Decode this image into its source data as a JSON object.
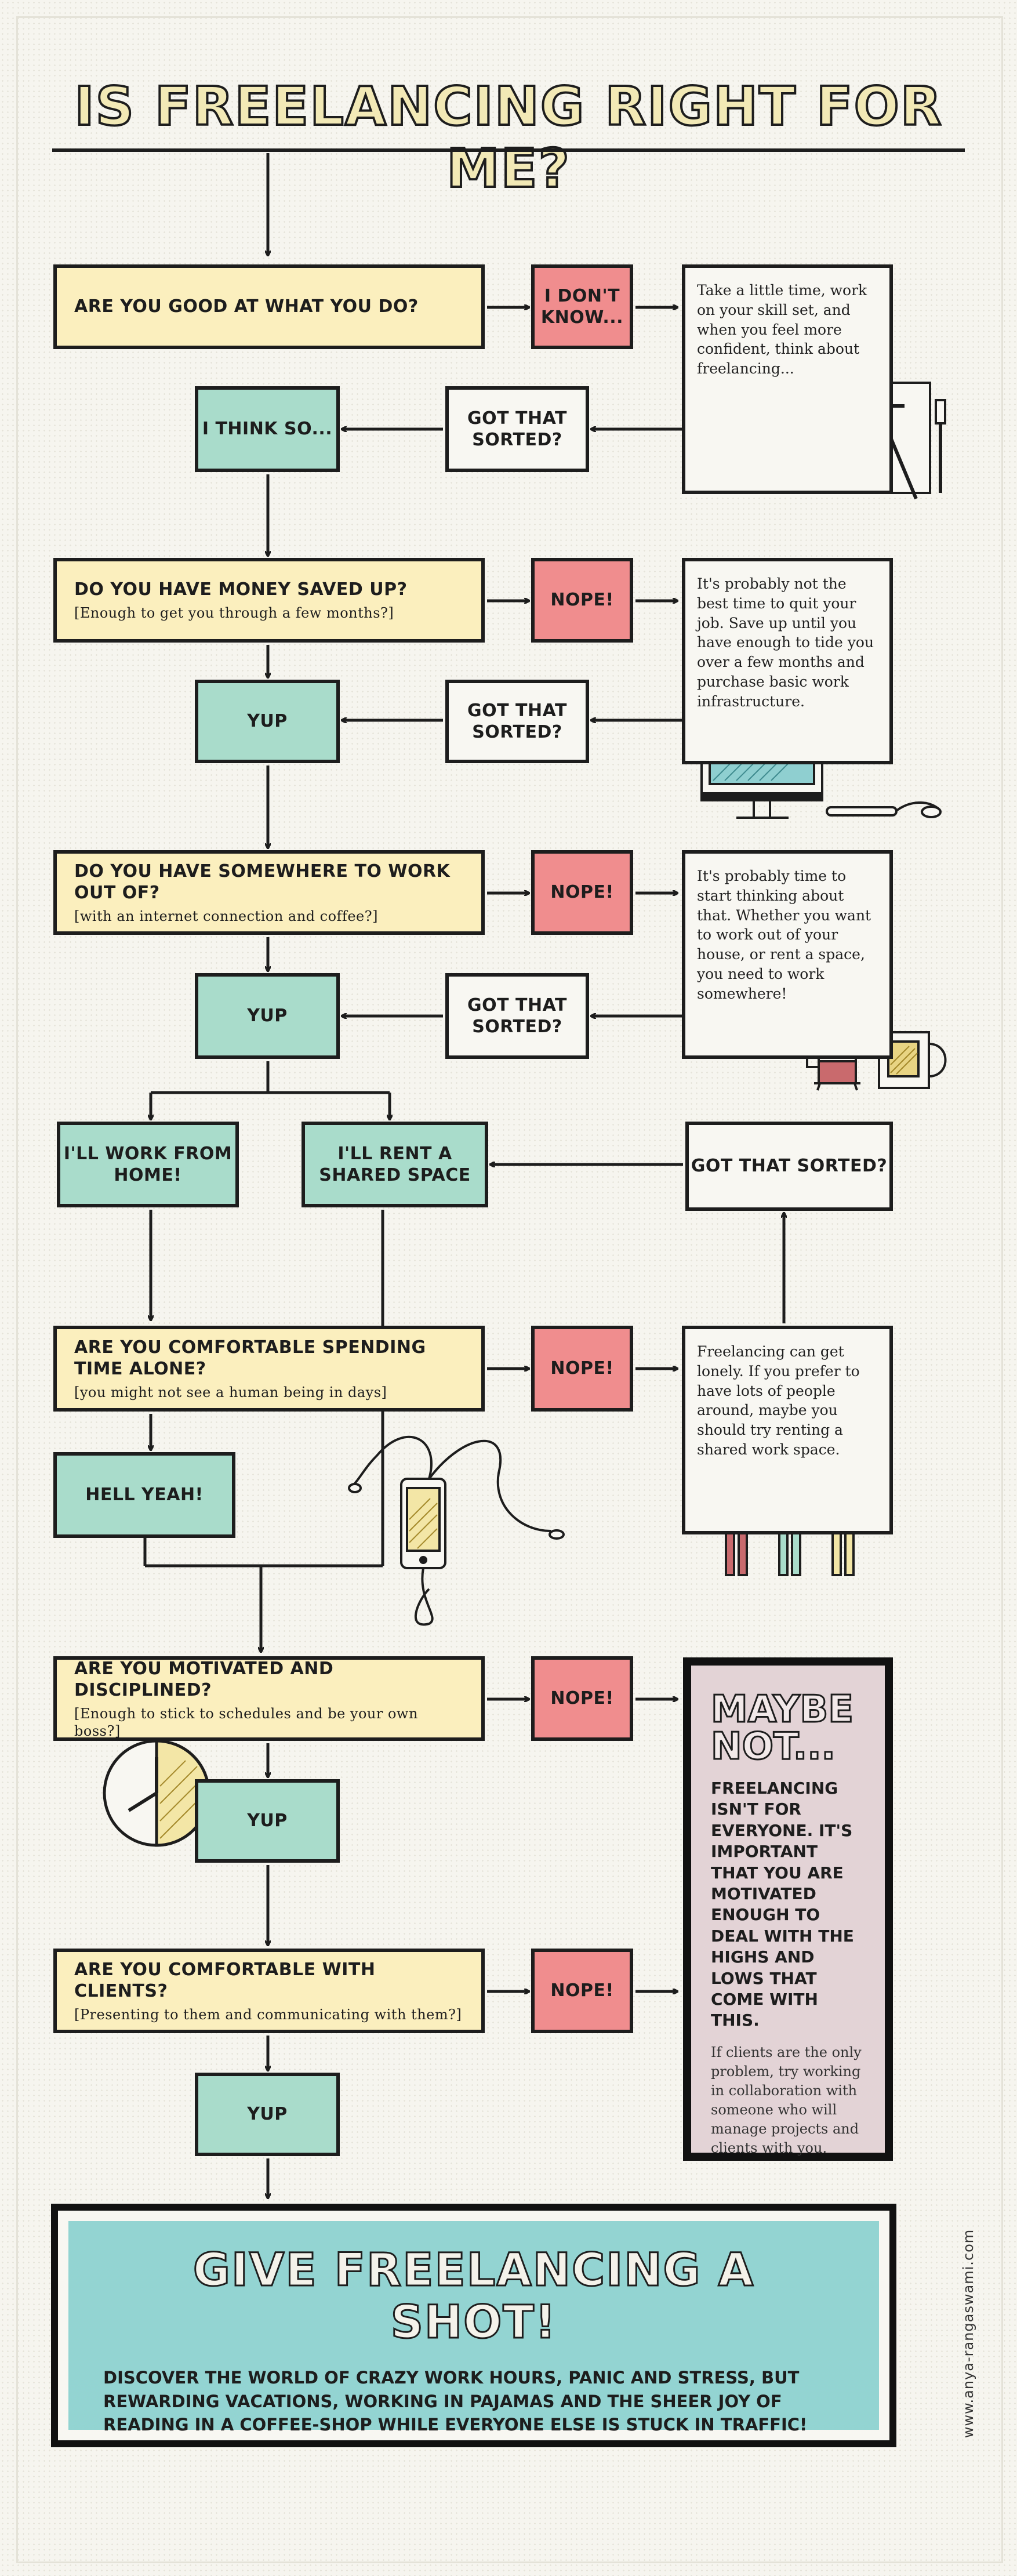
{
  "title": "IS FREELANCING RIGHT FOR ME?",
  "questions": [
    {
      "main": "ARE YOU GOOD AT WHAT YOU DO?",
      "sub": ""
    },
    {
      "main": "DO YOU HAVE MONEY SAVED UP?",
      "sub": "[Enough to get you through a few months?]"
    },
    {
      "main": "DO YOU HAVE SOMEWHERE TO WORK OUT OF?",
      "sub": "[with an internet connection and coffee?]"
    },
    {
      "main": "ARE YOU COMFORTABLE SPENDING TIME ALONE?",
      "sub": "[you might not see a human being in days]"
    },
    {
      "main": "ARE YOU MOTIVATED AND DISCIPLINED?",
      "sub": "[Enough to stick to schedules and be your own boss?]"
    },
    {
      "main": "ARE YOU COMFORTABLE WITH CLIENTS?",
      "sub": "[Presenting to them and communicating with them?]"
    }
  ],
  "negatives": [
    "I DON'T KNOW...",
    "NOPE!",
    "NOPE!",
    "NOPE!",
    "NOPE!",
    "NOPE!"
  ],
  "positives": [
    "I THINK SO...",
    "YUP",
    "YUP",
    "HELL YEAH!",
    "YUP",
    "YUP"
  ],
  "work_options": [
    "I'LL WORK FROM HOME!",
    "I'LL RENT A SHARED SPACE"
  ],
  "got_that_sorted": "GOT THAT SORTED?",
  "notes": [
    "Take a little time, work on your skill set, and when you feel more confident, think about freelancing...",
    "It's probably not the best time to quit your job. Save up until you have enough to tide you over a few months and purchase basic work infrastructure.",
    "It's probably time to start thinking about that. Whether you want to work out of your house, or rent a space, you need to work somewhere!",
    "Freelancing can get lonely. If you prefer to have lots of people around, maybe you should try renting a shared work space."
  ],
  "maybe_not": {
    "title": "MAYBE NOT...",
    "bold": "FREELANCING ISN'T FOR EVERYONE. IT'S IMPORTANT THAT YOU ARE MOTIVATED ENOUGH TO DEAL WITH THE HIGHS AND LOWS THAT COME WITH THIS.",
    "small": "If clients are the only problem, try working in collaboration with someone who will manage projects and clients with you."
  },
  "final": {
    "headline": "GIVE FREELANCING A SHOT!",
    "body": "DISCOVER THE WORLD OF CRAZY WORK HOURS, PANIC AND STRESS, BUT REWARDING VACATIONS, WORKING IN PAJAMAS AND THE SHEER JOY OF READING IN A COFFEE-SHOP WHILE EVERYONE ELSE IS STUCK IN TRAFFIC!"
  },
  "credit": "www.anya-rangaswami.com",
  "colors": {
    "question": "#fbefbe",
    "positive": "#a9dccb",
    "negative": "#f08d8e",
    "maybe_not": "#e3d3d6",
    "final": "#93d4d2",
    "ink": "#1d1d1d"
  },
  "illustrations": [
    "notebook-icon",
    "monitor-icon",
    "french-press-icon",
    "coffee-mug-icon",
    "smartphone-earphones-icon",
    "people-icon",
    "clock-icon"
  ]
}
